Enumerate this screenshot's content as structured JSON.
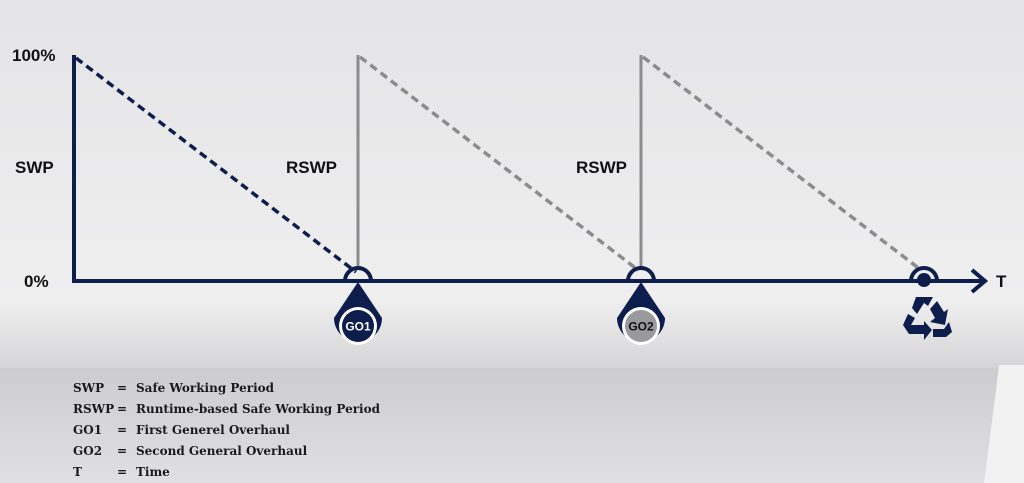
{
  "axis": {
    "y_max_label": "100%",
    "y_min_label": "0%",
    "x_label": "T"
  },
  "labels": {
    "swp": "SWP",
    "rswp_1": "RSWP",
    "rswp_2": "RSWP"
  },
  "markers": {
    "go1": "GO1",
    "go2": "GO2",
    "end_icon": "recycle-icon"
  },
  "legend": [
    {
      "abbr": "SWP",
      "eq": "=",
      "text": "Safe Working Period"
    },
    {
      "abbr": "RSWP",
      "eq": "=",
      "text": "Runtime-based Safe Working Period"
    },
    {
      "abbr": "GO1",
      "eq": "=",
      "text": "First Generel Overhaul"
    },
    {
      "abbr": "GO2",
      "eq": "=",
      "text": "Second General Overhaul"
    },
    {
      "abbr": "T",
      "eq": "=",
      "text": "Time"
    }
  ],
  "colors": {
    "navy": "#0d1e4c",
    "gray": "#8c8c8c",
    "white": "#ffffff"
  }
}
